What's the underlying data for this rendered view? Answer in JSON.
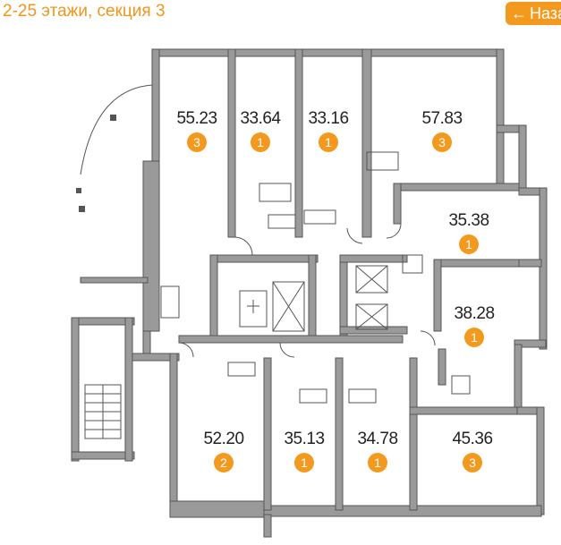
{
  "header": {
    "title": "2-25 этажи, секция 3"
  },
  "back_button": {
    "label": "Назад",
    "arrow": "←"
  },
  "colors": {
    "accent": "#f39a1e",
    "wall": "#9a9a9a",
    "wall_stroke": "#555555"
  },
  "apartments": [
    {
      "area": "55.23",
      "rooms": "3"
    },
    {
      "area": "33.64",
      "rooms": "1"
    },
    {
      "area": "33.16",
      "rooms": "1"
    },
    {
      "area": "57.83",
      "rooms": "3"
    },
    {
      "area": "35.38",
      "rooms": "1"
    },
    {
      "area": "38.28",
      "rooms": "1"
    },
    {
      "area": "52.20",
      "rooms": "2"
    },
    {
      "area": "35.13",
      "rooms": "1"
    },
    {
      "area": "34.78",
      "rooms": "1"
    },
    {
      "area": "45.36",
      "rooms": "3"
    }
  ]
}
